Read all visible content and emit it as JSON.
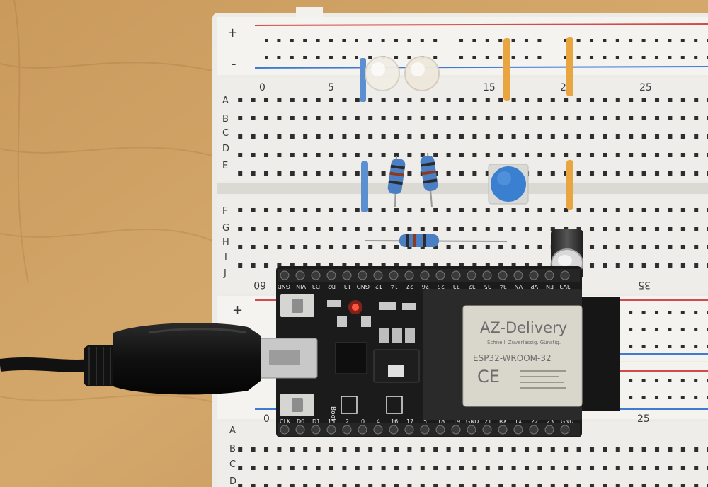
{
  "breadboard": {
    "rail_plus": "+",
    "rail_minus": "-",
    "rows_top": [
      "A",
      "B",
      "C",
      "D",
      "E"
    ],
    "rows_bottom": [
      "F",
      "G",
      "H",
      "I",
      "J"
    ],
    "column_numbers_top": [
      "0",
      "5",
      "15",
      "20",
      "25"
    ],
    "column_number_mid_left": "60",
    "column_number_mid_right": "35",
    "column_numbers_bottom": [
      "0",
      "25"
    ],
    "lower_rows": [
      "A",
      "B",
      "C",
      "D"
    ]
  },
  "board": {
    "header_top_labels": [
      "GND",
      "VIN",
      "D3",
      "D2",
      "13",
      "GND",
      "12",
      "14",
      "27",
      "26",
      "25",
      "33",
      "32",
      "35",
      "34",
      "VN",
      "VP",
      "EN",
      "3V3"
    ],
    "header_bottom_labels": [
      "CLK",
      "D0",
      "D1",
      "15",
      "2",
      "0",
      "4",
      "16",
      "17",
      "5",
      "18",
      "19",
      "GND",
      "21",
      "RX",
      "TX",
      "22",
      "23",
      "GND"
    ],
    "boot_label": "Boot",
    "power_led_color": "#ff2a1a"
  },
  "module": {
    "brand": "AZ-Delivery",
    "tagline": "Schnell. Zuverlässig. Günstig.",
    "model": "ESP32-WROOM-32",
    "ce_mark": "CE"
  },
  "colors": {
    "table": "#c99a5c",
    "breadboard": "#ecebe6",
    "pcb": "#1b1b1b",
    "jumper_blue": "#5b8fd0",
    "jumper_orange": "#e9a640",
    "button_cap": "#3b7fd1"
  }
}
